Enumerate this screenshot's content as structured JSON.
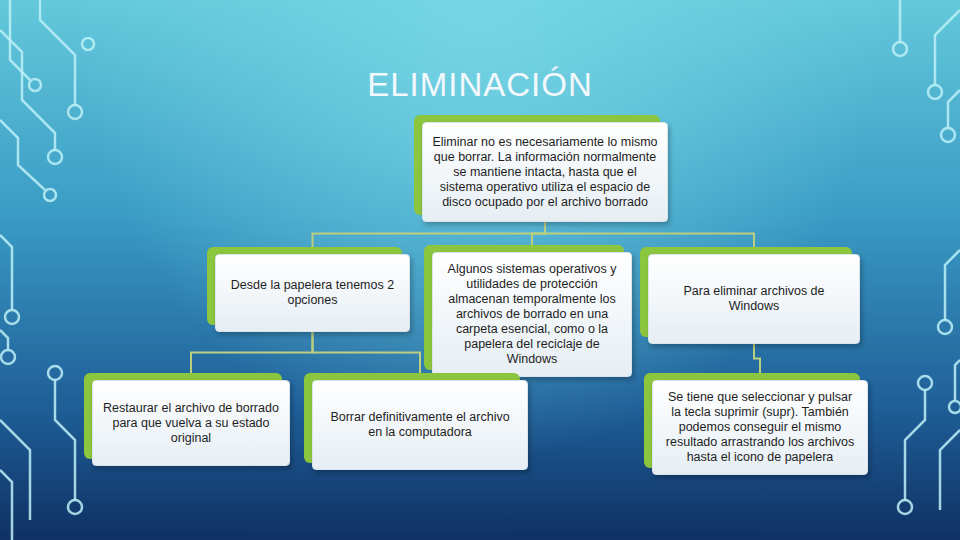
{
  "diagram": {
    "title": "ELIMINACIÓN",
    "nodes": [
      {
        "text": [
          "Eliminar no es necesariamente lo mismo que borrar. La información normalmente se mantiene intacta, hasta que el sistema operativo utiliza el espacio de disco ocupado por el archivo borrado"
        ]
      },
      {
        "text": [
          "Desde la papelera tenemos 2 opciones"
        ]
      },
      {
        "text": [
          "Algunos sistemas operativos y utilidades de protección almacenan temporalmente los archivos de borrado en una carpeta esencial, como o la papelera del reciclaje de Windows"
        ]
      },
      {
        "text": [
          "Para eliminar archivos de Windows"
        ]
      },
      {
        "text": [
          "Restaurar el archivo de borrado para que vuelva a su estado original"
        ]
      },
      {
        "text": [
          "Borrar definitivamente el archivo en la computadora"
        ]
      },
      {
        "text": [
          "Se tiene que seleccionar y pulsar la tecla suprimir (supr). También podemos conseguir el mismo resultado arrastrando los archivos hasta el icono de papelera"
        ]
      }
    ],
    "edges": [
      {
        "from": 0,
        "to": 1,
        "arrow": "none"
      },
      {
        "from": 0,
        "to": 2,
        "arrow": "none"
      },
      {
        "from": 0,
        "to": 3,
        "arrow": "none"
      },
      {
        "from": 1,
        "to": 4,
        "arrow": "none"
      },
      {
        "from": 1,
        "to": 5,
        "arrow": "none"
      },
      {
        "from": 3,
        "to": 6,
        "arrow": "none"
      }
    ]
  }
}
